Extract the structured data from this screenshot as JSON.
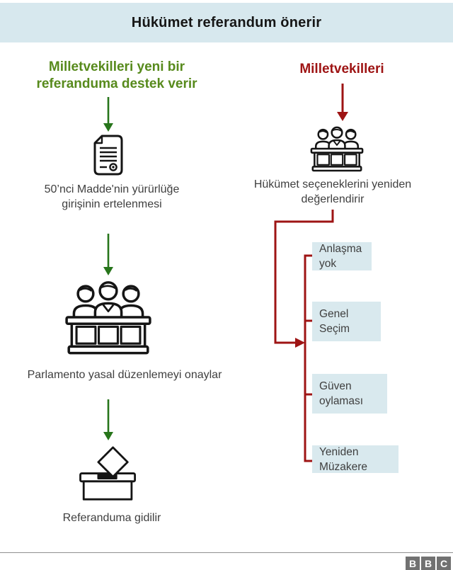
{
  "header": {
    "title": "Hükümet referandum önerir"
  },
  "left_column": {
    "heading": "Milletvekilleri yeni bir referanduma destek verir",
    "steps": [
      {
        "icon": "document-icon",
        "label": "50’nci Madde'nin yürürlüğe girişinin ertelenmesi"
      },
      {
        "icon": "parliament-icon",
        "label": "Parlamento yasal düzenlemeyi onaylar"
      },
      {
        "icon": "ballot-box-icon",
        "label": "Referanduma gidilir"
      }
    ]
  },
  "right_column": {
    "heading": "Milletvekilleri",
    "icon": "parliament-icon",
    "label": "Hükümet seçeneklerini yeniden değerlendirir",
    "options": [
      "Anlaşma yok",
      "Genel Seçim",
      "Güven oylaması",
      "Yeniden Müzakere"
    ]
  },
  "footer": {
    "logo_letters": [
      "B",
      "B",
      "C"
    ]
  },
  "colors": {
    "header_panel": "#d7e8ee",
    "option_panel": "#d9e9ee",
    "accent_green": "#578a1c",
    "arrow_green": "#27751b",
    "accent_red": "#9e1414",
    "body_text": "#3f3f3f",
    "icon_stroke": "#151515",
    "footer_gray": "#717171"
  }
}
